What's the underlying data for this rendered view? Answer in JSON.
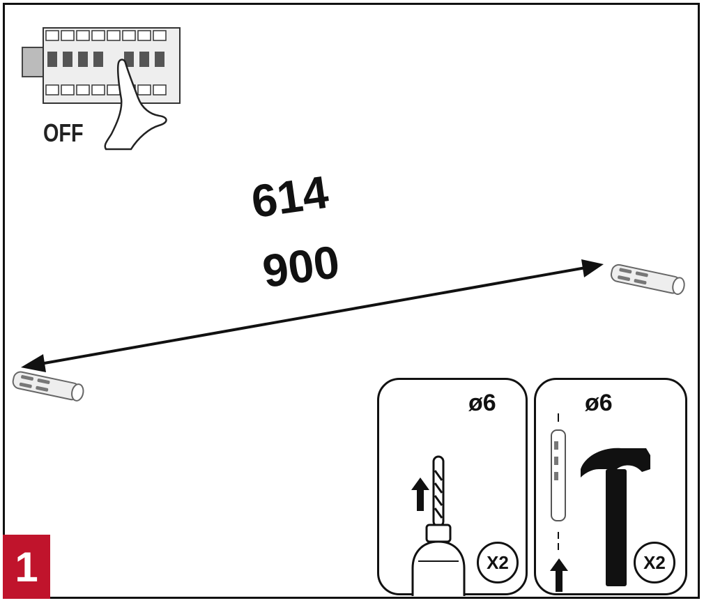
{
  "breaker": {
    "state_label": "OFF"
  },
  "dimensions": {
    "primary": "614",
    "secondary": "900"
  },
  "tools": {
    "drill": {
      "diameter": "ø6",
      "quantity": "X2"
    },
    "hammer": {
      "diameter": "ø6",
      "quantity": "X2"
    }
  },
  "step": {
    "number": "1"
  },
  "colors": {
    "accent": "#c0142c",
    "ink": "#111111"
  },
  "icons": [
    "circuit-breaker-icon",
    "hand-icon",
    "wall-plug-icon",
    "double-arrow-icon",
    "drill-icon",
    "hammer-icon",
    "up-arrow-icon"
  ]
}
